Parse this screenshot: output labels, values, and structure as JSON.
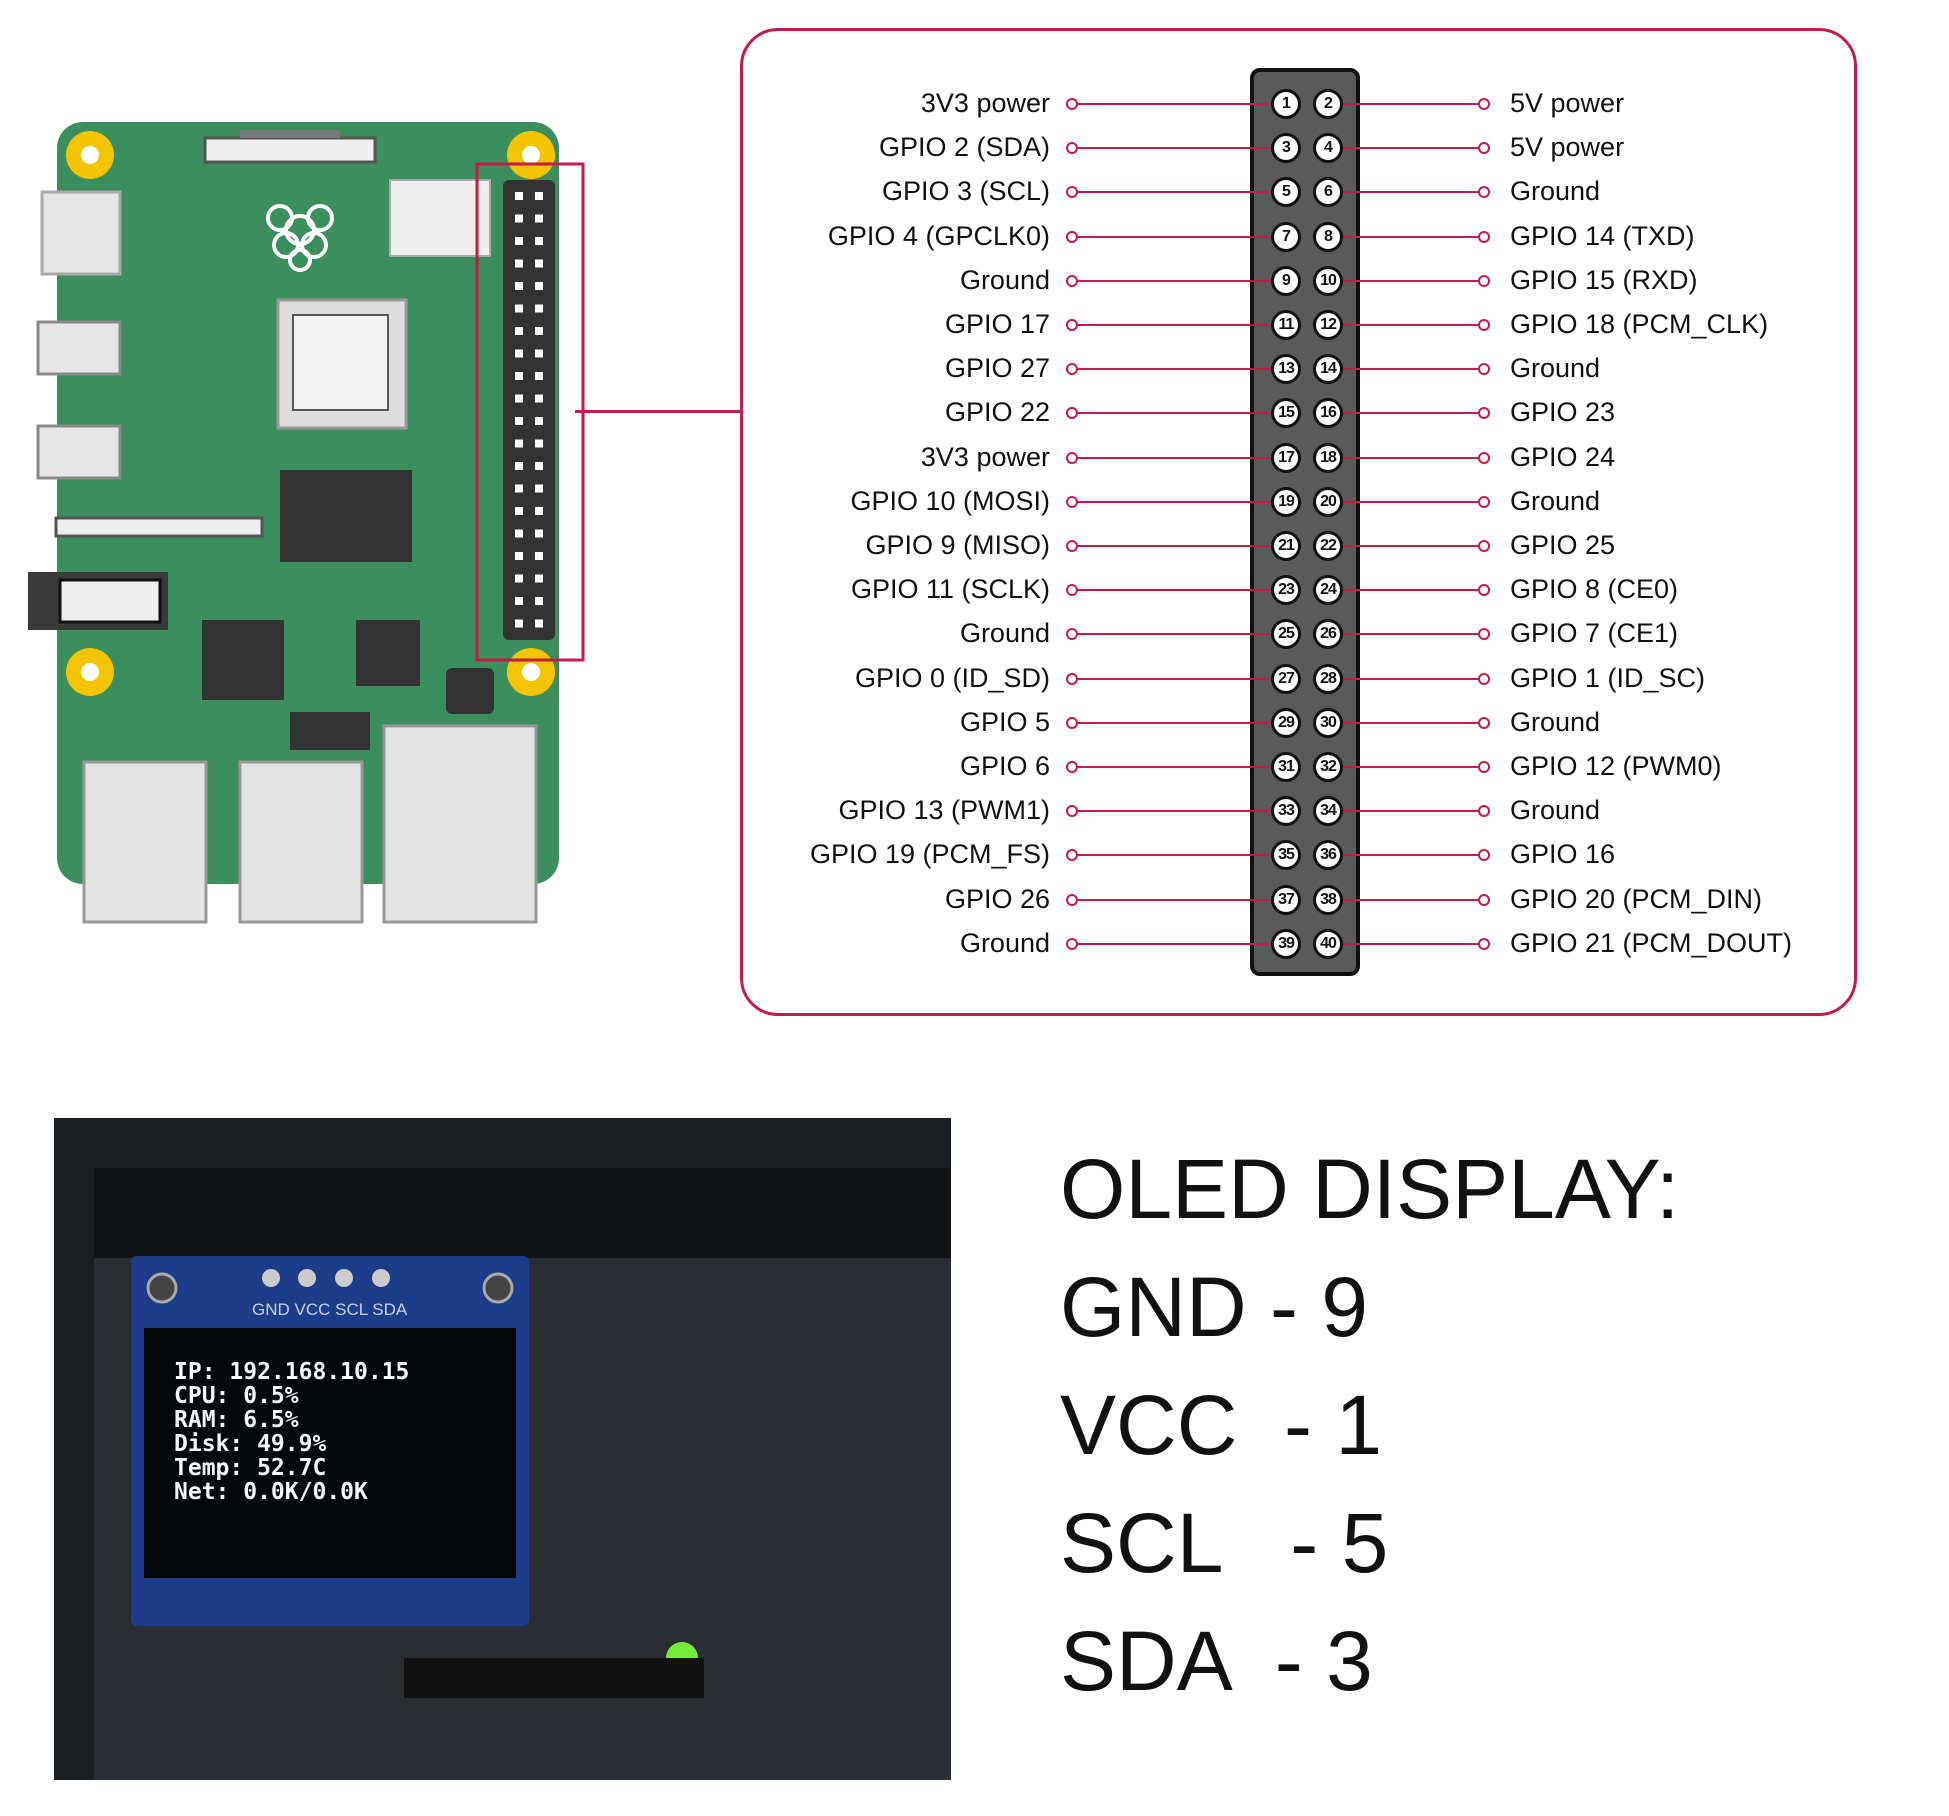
{
  "pinout": {
    "left_labels": [
      "3V3 power",
      "GPIO 2 (SDA)",
      "GPIO 3 (SCL)",
      "GPIO 4 (GPCLK0)",
      "Ground",
      "GPIO 17",
      "GPIO 27",
      "GPIO 22",
      "3V3 power",
      "GPIO 10 (MOSI)",
      "GPIO 9 (MISO)",
      "GPIO 11 (SCLK)",
      "Ground",
      "GPIO 0 (ID_SD)",
      "GPIO 5",
      "GPIO 6",
      "GPIO 13 (PWM1)",
      "GPIO 19 (PCM_FS)",
      "GPIO 26",
      "Ground"
    ],
    "right_labels": [
      "5V power",
      "5V power",
      "Ground",
      "GPIO 14 (TXD)",
      "GPIO 15 (RXD)",
      "GPIO 18 (PCM_CLK)",
      "Ground",
      "GPIO 23",
      "GPIO 24",
      "Ground",
      "GPIO 25",
      "GPIO 8 (CE0)",
      "GPIO 7 (CE1)",
      "GPIO 1 (ID_SC)",
      "Ground",
      "GPIO 12 (PWM0)",
      "Ground",
      "GPIO 16",
      "GPIO 20 (PCM_DIN)",
      "GPIO 21 (PCM_DOUT)"
    ],
    "accent_color": "#c51a4a"
  },
  "board": {
    "pcb_color": "#3a8f5c",
    "mount_hole_color": "#f5c400"
  },
  "oled_photo": {
    "header_pins": "GND VCC SCL SDA",
    "screen_lines": [
      "IP: 192.168.10.15",
      "CPU: 0.5%",
      "RAM: 6.5%",
      "Disk: 49.9%",
      "Temp: 52.7C",
      "Net: 0.0K/0.0K"
    ]
  },
  "oled_note": {
    "title": "OLED DISPLAY:",
    "lines": [
      "GND - 9",
      "VCC  - 1",
      "SCL   - 5",
      "SDA  - 3"
    ]
  }
}
